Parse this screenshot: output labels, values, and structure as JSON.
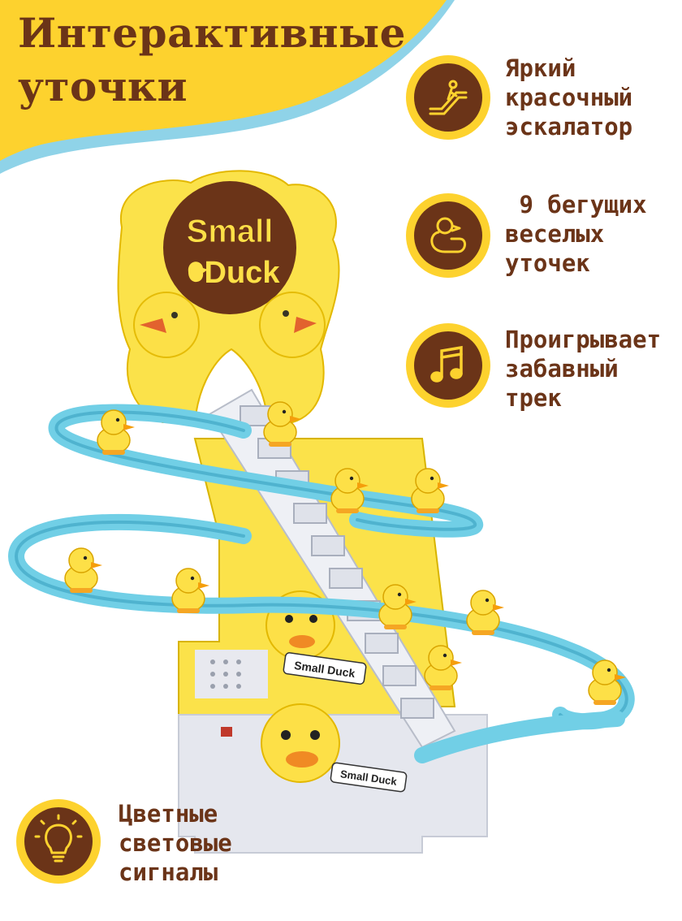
{
  "header": {
    "title_line1": "Интерактивные",
    "title_line2": "уточки"
  },
  "features": [
    {
      "icon": "escalator-icon",
      "lines": [
        "Яркий",
        "красочный",
        "эскалатор"
      ]
    },
    {
      "icon": "duck-icon",
      "lines": [
        " 9 бегущих",
        "веселых",
        "уточек"
      ]
    },
    {
      "icon": "music-note-icon",
      "lines": [
        "Проигрывает",
        "забавный",
        "трек"
      ]
    },
    {
      "icon": "lightbulb-icon",
      "lines": [
        "Цветные",
        "световые",
        "сигналы"
      ]
    }
  ],
  "product": {
    "sign_text_1": "Small",
    "sign_text_2": "Duck",
    "label_1": "Small Duck",
    "label_2": "Small Duck"
  },
  "colors": {
    "brand_brown": "#6b3418",
    "banner_yellow": "#fdd22e",
    "track_blue": "#71cfe6",
    "toy_yellow": "#fbe24a",
    "duck_yellow": "#fde047",
    "stair_grey": "#e5e7ee"
  }
}
